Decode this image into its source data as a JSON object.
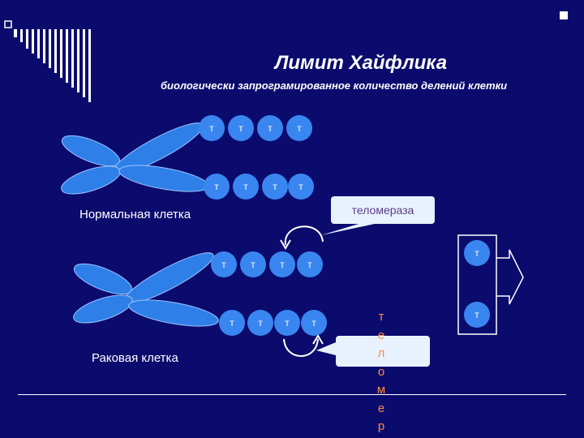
{
  "header": {
    "title": "Лимит Хайфлика",
    "subtitle": "биологически запрограмированное количество делений клетки"
  },
  "normal_cell": {
    "label": "Нормальная клетка",
    "top_telomeres": [
      "т",
      "т",
      "т",
      "т"
    ],
    "bottom_telomeres": [
      "т",
      "т",
      "т",
      "т"
    ]
  },
  "cancer_cell": {
    "label": "Раковая клетка",
    "top_telomeres": [
      "т",
      "т",
      "т",
      "т"
    ],
    "bottom_telomeres": [
      "т",
      "т",
      "т",
      "т"
    ]
  },
  "callout_top": {
    "text": "теломераза"
  },
  "callout_bottom": {
    "text": ""
  },
  "vertical_letters": [
    "т",
    "е",
    "л",
    "о",
    "м",
    "е",
    "р"
  ],
  "telomere_box": {
    "top": "т",
    "bottom": "т"
  },
  "colors": {
    "background": "#0b0b6e",
    "chromatid": "#2f7fe8",
    "telomere": "#3a86f0",
    "accent_text": "#ff8a3d"
  }
}
